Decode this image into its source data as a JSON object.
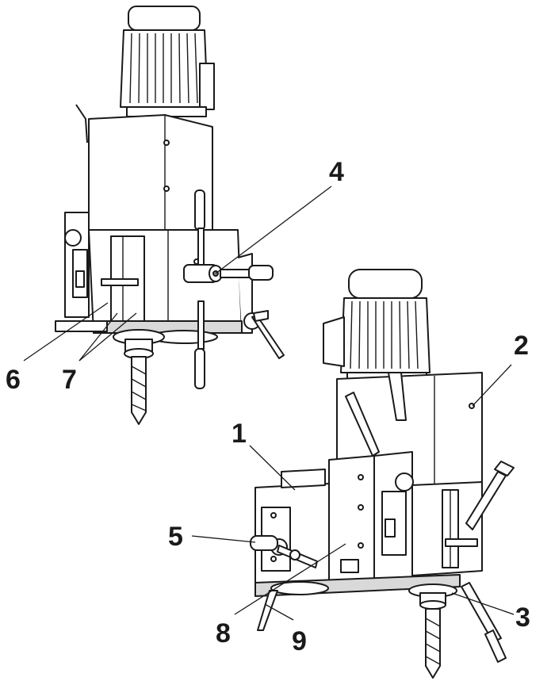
{
  "callouts": [
    {
      "id": "1",
      "label": "1"
    },
    {
      "id": "2",
      "label": "2"
    },
    {
      "id": "3",
      "label": "3"
    },
    {
      "id": "4",
      "label": "4"
    },
    {
      "id": "5",
      "label": "5"
    },
    {
      "id": "6",
      "label": "6"
    },
    {
      "id": "7",
      "label": "7"
    },
    {
      "id": "8",
      "label": "8"
    },
    {
      "id": "9",
      "label": "9"
    }
  ],
  "colors": {
    "line": "#1a1a1a",
    "body": "#ffffff",
    "shade": "#d9d9d9",
    "dark": "#8a8a8a"
  }
}
